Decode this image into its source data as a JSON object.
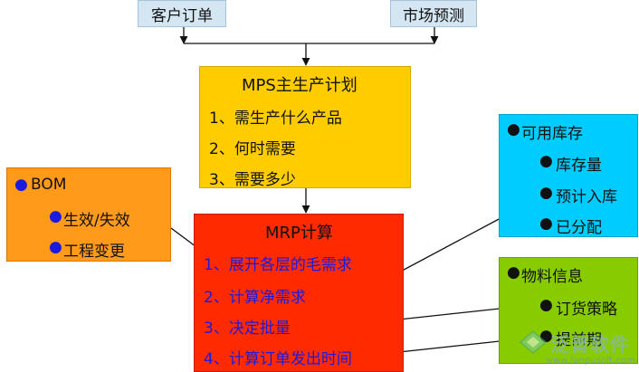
{
  "inputs": {
    "customer_orders": "客户订单",
    "market_forecast": "市场预测"
  },
  "mps": {
    "title": "MPS主生产计划",
    "items": [
      "1、需生产什么产品",
      "2、何时需要",
      "3、需要多少"
    ]
  },
  "mrp": {
    "title": "MRP计算",
    "items": [
      "1、展开各层的毛需求",
      "2、计算净需求",
      "3、决定批量",
      "4、计算订单发出时间"
    ]
  },
  "bom": {
    "title": "BOM",
    "items": [
      "生效/失效",
      "工程变更"
    ]
  },
  "inventory": {
    "title": "可用库存",
    "items": [
      "库存量",
      "预计入库",
      "已分配"
    ]
  },
  "material": {
    "title": "物料信息",
    "items": [
      "订货策略",
      "提前期"
    ]
  },
  "bullet": "●",
  "watermark": {
    "brand": "泛普软件",
    "url": "www.fanpusoft.com"
  },
  "colors": {
    "input_box": "#d4e6f2",
    "mps_box": "#ffcc00",
    "mrp_box": "#ff2a00",
    "bom_box": "#ff9a1a",
    "inventory_box": "#00ccff",
    "material_box": "#88cc00",
    "mrp_text": "#1b1be0"
  }
}
